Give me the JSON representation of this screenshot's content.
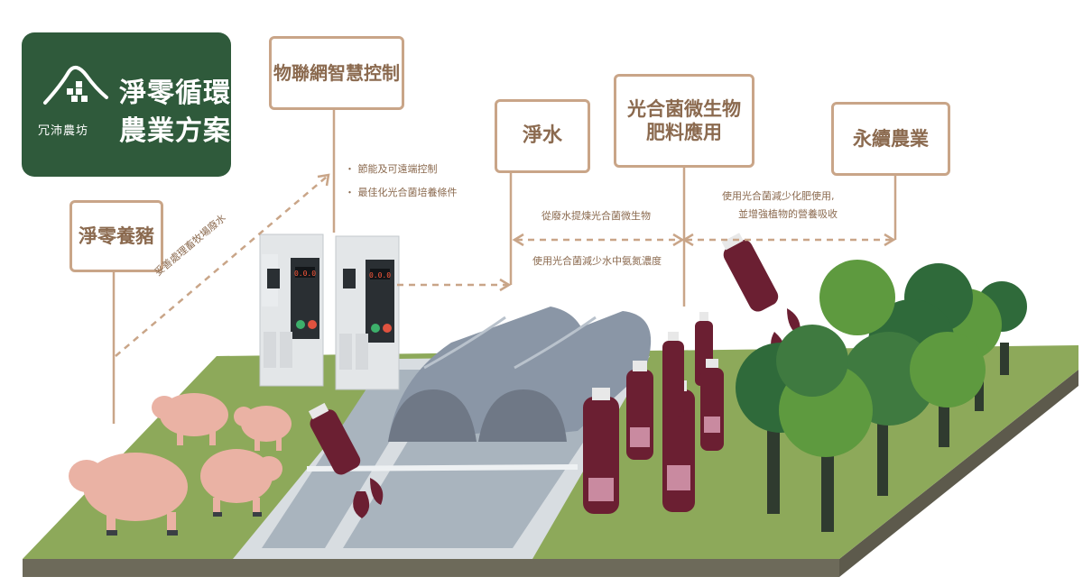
{
  "brand": {
    "name": "冗沛農坊",
    "title_line1": "淨零循環",
    "title_line2": "農業方案"
  },
  "labels": {
    "iot": "物聯網智慧控制",
    "pig": "淨零養豬",
    "water": "淨水",
    "fertilizer_line1": "光合菌微生物",
    "fertilizer_line2": "肥料應用",
    "sustain": "永續農業"
  },
  "notes": {
    "iot_1": "・  節能及可遠端控制",
    "iot_2": "・  最佳化光合菌培養條件",
    "pig_flow": "妥善處理畜牧場廢水",
    "water_1": "從廢水提煉光合菌微生物",
    "water_2": "使用光合菌減少水中氨氮濃度",
    "sustain_1": "使用光合菌減少化肥使用,",
    "sustain_2": "並增強植物的營養吸收"
  },
  "controller": {
    "display": "0.0.0"
  },
  "colors": {
    "brand_green": "#2f5a3b",
    "label_border": "#c9a588",
    "label_text": "#8b6a4f",
    "ground": "#8da95a",
    "pig": "#eab2a4",
    "bottle": "#6b1f32",
    "tree_dark": "#2f6a3a",
    "tree_light": "#5e9a3f"
  }
}
